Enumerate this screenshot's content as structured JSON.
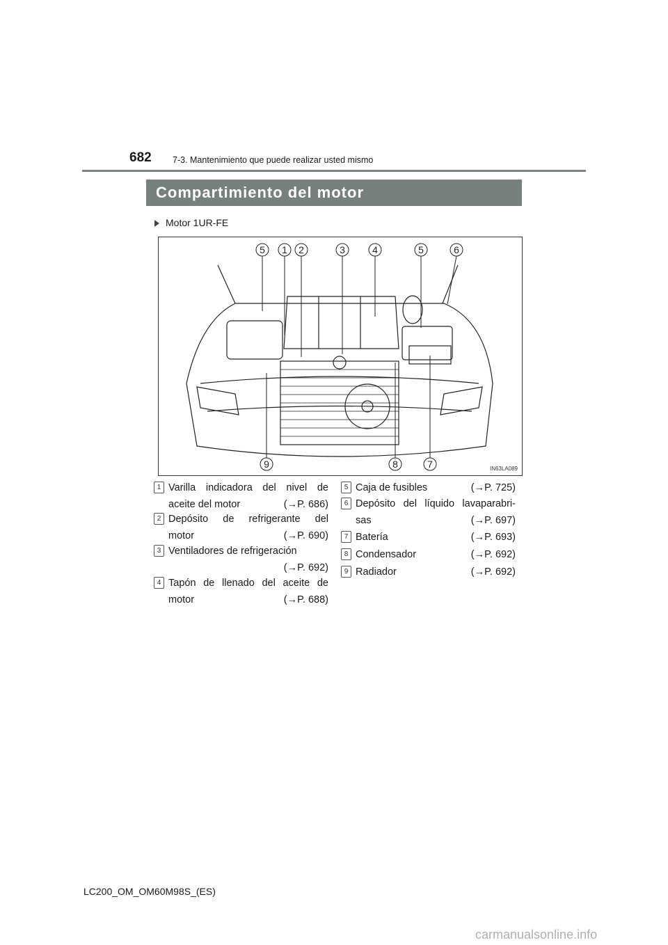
{
  "header": {
    "page_number": "682",
    "section": "7-3. Mantenimiento que puede realizar usted mismo"
  },
  "title": "Compartimiento del motor",
  "variant": "Motor 1UR-FE",
  "figure": {
    "code": "IN63LA089",
    "top_callouts": [
      "5",
      "1",
      "2",
      "3",
      "4",
      "5",
      "6"
    ],
    "bottom_callouts": [
      "9",
      "8",
      "7"
    ]
  },
  "items_left": [
    {
      "n": "1",
      "line1": "Varilla indicadora del nivel de",
      "line2": "aceite del motor",
      "ref": "(→P. 686)"
    },
    {
      "n": "2",
      "line1": "Depósito de refrigerante del",
      "line2": "motor",
      "ref": "(→P. 690)"
    },
    {
      "n": "3",
      "line1": "Ventiladores de refrigeración",
      "line2": "",
      "ref": "(→P. 692)"
    },
    {
      "n": "4",
      "line1": "Tapón de llenado del aceite de",
      "line2": "motor",
      "ref": "(→P. 688)"
    }
  ],
  "items_right": [
    {
      "n": "5",
      "line1": "Caja de fusibles",
      "line2": "",
      "ref": "(→P. 725)"
    },
    {
      "n": "6",
      "line1": "Depósito del líquido lavaparabri-",
      "line2": "sas",
      "ref": "(→P. 697)"
    },
    {
      "n": "7",
      "line1": "Batería",
      "line2": "",
      "ref": "(→P. 693)"
    },
    {
      "n": "8",
      "line1": "Condensador",
      "line2": "",
      "ref": "(→P. 692)"
    },
    {
      "n": "9",
      "line1": "Radiador",
      "line2": "",
      "ref": "(→P. 692)"
    }
  ],
  "footer": "LC200_OM_OM60M98S_(ES)",
  "watermark": "carmanualsonline.info"
}
